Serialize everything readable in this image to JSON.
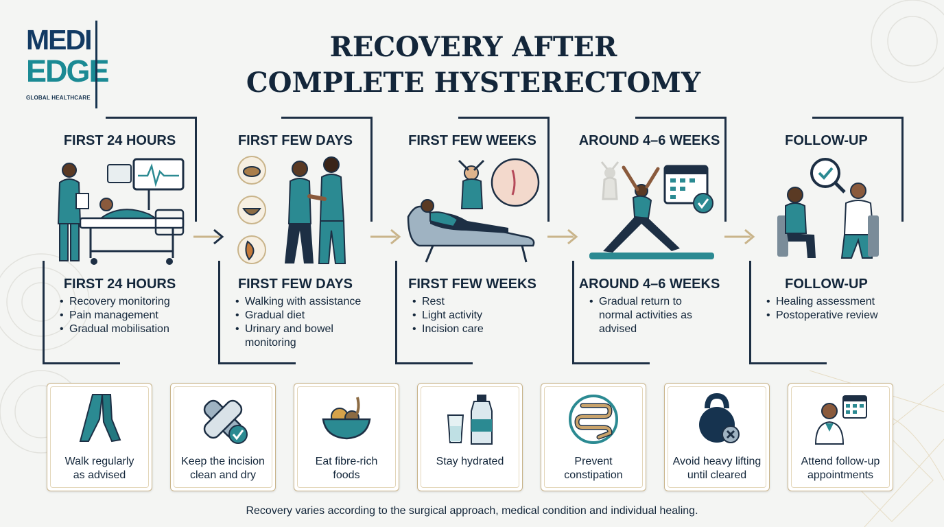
{
  "brand": {
    "line1": "MEDI",
    "line2": "EDGE",
    "line3": "GLOBAL HEALTHCARE"
  },
  "title": {
    "line1": "RECOVERY AFTER",
    "line2": "COMPLETE HYSTERECTOMY"
  },
  "stages": [
    {
      "heading": "FIRST 24 HOURS",
      "items": [
        "Recovery monitoring",
        "Pain management",
        "Gradual mobilisation"
      ]
    },
    {
      "heading": "FIRST FEW DAYS",
      "items": [
        "Walking with assistance",
        "Gradual diet",
        "Urinary and bowel",
        "monitoring"
      ]
    },
    {
      "heading": "FIRST FEW WEEKS",
      "items": [
        "Rest",
        "Light activity",
        "Incision care"
      ]
    },
    {
      "heading": "AROUND 4–6 WEEKS",
      "items": [
        "Gradual return to",
        "normal activities as",
        "advised"
      ]
    },
    {
      "heading": "FOLLOW-UP",
      "items": [
        "Healing assessment",
        "Postoperative review"
      ]
    }
  ],
  "tips": [
    {
      "line1": "Walk regularly",
      "line2": "as advised",
      "icon": "walking-legs-icon"
    },
    {
      "line1": "Keep the incision",
      "line2": "clean and dry",
      "icon": "bandage-check-icon"
    },
    {
      "line1": "Eat fibre-rich",
      "line2": "foods",
      "icon": "fruit-bowl-icon"
    },
    {
      "line1": "Stay hydrated",
      "line2": "",
      "icon": "water-bottle-icon"
    },
    {
      "line1": "Prevent",
      "line2": "constipation",
      "icon": "intestine-icon"
    },
    {
      "line1": "Avoid heavy lifting",
      "line2": "until cleared",
      "icon": "kettlebell-x-icon"
    },
    {
      "line1": "Attend follow-up",
      "line2": "appointments",
      "icon": "doctor-calendar-icon"
    }
  ],
  "footer": "Recovery varies according to the surgical approach, medical condition and individual healing.",
  "colors": {
    "navy": "#13263a",
    "teal": "#2b8a92",
    "gold": "#c9b48a"
  }
}
